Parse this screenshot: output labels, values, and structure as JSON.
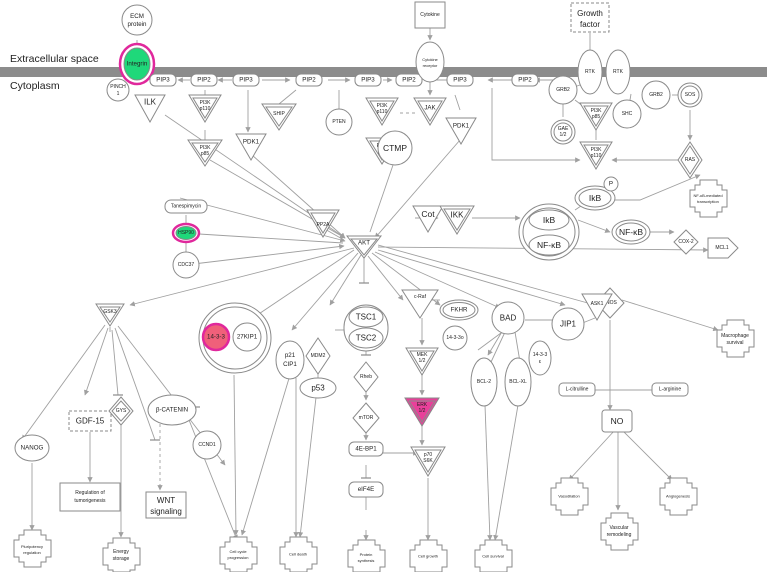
{
  "colors": {
    "membrane": "#8c8c8c",
    "highlight_green": "#1fd87a",
    "highlight_pink": "#e0289c",
    "highlight_red": "#f0607a",
    "highlight_magenta": "#e8409a",
    "stroke": "#8a8a8a"
  },
  "regions": {
    "extracellular": "Extracellular space",
    "cytoplasm": "Cytoplasm"
  },
  "labels": {
    "ecm_protein": [
      "ECM",
      "protein"
    ],
    "integrin": "Integrin",
    "pinch1": [
      "PINCH",
      "1"
    ],
    "ilk": "ILK",
    "pip3": "PIP3",
    "pip2": "PIP2",
    "pi3k_p110": [
      "PI3K",
      "p110"
    ],
    "pi3k_p85": [
      "PI3K",
      "p85"
    ],
    "ship": "SHIP",
    "pten": "PTEN",
    "pdk1": "PDK1",
    "cytokine": "Cytokine",
    "cytokine_receptor": [
      "Cytokine",
      "receptor"
    ],
    "jak": "JAK",
    "growth_factor": [
      "Growth",
      "factor"
    ],
    "rtk": "RTK",
    "grb2": "GRB2",
    "shc": "SHC",
    "sos": "SOS",
    "gae": [
      "GAE",
      "1/2"
    ],
    "ras": "RAS",
    "tanespimycin": "Tanespimycin",
    "hsp90": "HSP90",
    "cdc37": "CDC37",
    "pp2a": "PP2A",
    "akt": "AKT",
    "ctmp": "CTMP",
    "cot": "Cot",
    "ikk": "IKK",
    "ikb": "IkB",
    "nfkb": "NF-κB",
    "p": "P",
    "nfkb_transcription": [
      "NF-κB-mediated",
      "transcription"
    ],
    "cox2": "COX-2",
    "mcl1": "MCL1",
    "enos": "eNOS",
    "macrophage_survival": [
      "Macrophage",
      "survival"
    ],
    "gsk3": "GSK3",
    "x14_3_3": "14-3-3",
    "x27kip1": "27KIP1",
    "p21cip1": [
      "p21",
      "CIP1"
    ],
    "mdm2": "MDM2",
    "p53": "p53",
    "tsc1": "TSC1",
    "tsc2": "TSC2",
    "craf": "c-Raf",
    "fkhr": "FKHR",
    "x14_3_3o": "14-3-3o",
    "mek": [
      "MEK",
      "1/2"
    ],
    "erk": [
      "ERK",
      "1/2"
    ],
    "bad": "BAD",
    "x14_3_3e": [
      "14-3-3",
      "ε"
    ],
    "jip1": "JIP1",
    "ask1": "ASK1",
    "rheb": "Rheb",
    "mtor": "mTOR",
    "x4ebp1": "4E-BP1",
    "eif4e": "eIF4E",
    "p70s6k": [
      "p70",
      "S6K"
    ],
    "bcl2": "BCL-2",
    "bclxl": "BCL-XL",
    "l_citrulline": "L-citrulline",
    "l_arginine": "L-arginine",
    "no": "NO",
    "nanog": "NANOG",
    "gdf15": "GDF-15",
    "gys": "GYS",
    "bcatenin": "β-CATENIN",
    "ccnd1": "CCND1",
    "wnt": [
      "WNT",
      "signaling"
    ],
    "reg_tumor": [
      "Regulation of",
      "tumorigenesis"
    ],
    "pluripotency": [
      "Pluripotency",
      "regulation"
    ],
    "energy_storage": [
      "Energy",
      "storage"
    ],
    "cell_cycle": [
      "Cell cycle",
      "progression"
    ],
    "cell_death": "Cell death",
    "protein_synthesis": [
      "Protein",
      "synthesis"
    ],
    "cell_growth": "Cell growth",
    "cell_survival": "Cell survival",
    "vasodilation": "Vasodilation",
    "vascular_remodeling": [
      "Vascular",
      "remodeling"
    ],
    "angiogenesis": "Angiogenesis"
  }
}
